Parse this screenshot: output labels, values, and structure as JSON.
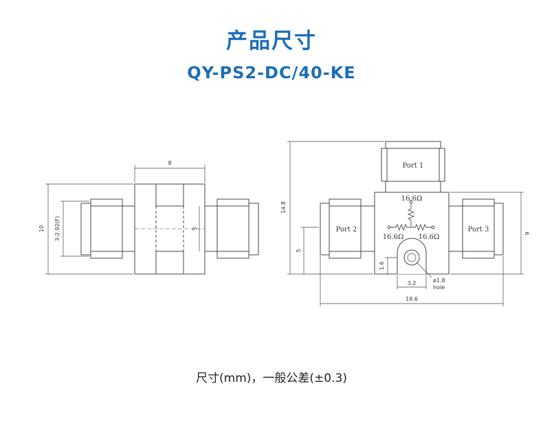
{
  "header": {
    "title": "产品尺寸",
    "model": "QY-PS2-DC/40-KE"
  },
  "footer": {
    "note": "尺寸(mm)，一般公差(±0.3)"
  },
  "side_view": {
    "dim_width": "8",
    "dim_height": "10",
    "dim_thread": "3-2.92(F)",
    "dim_inner": "5"
  },
  "front_view": {
    "port1": "Port 1",
    "port2": "Port 2",
    "port3": "Port 3",
    "res_top": "16.6Ω",
    "res_left": "16.6Ω",
    "res_right": "16.6Ω",
    "dim_height": "14.8",
    "dim_right": "9",
    "dim_left": "5",
    "dim_hole_offset": "1.6",
    "dim_hole_spacing": "3.2",
    "dim_total_width": "19.6",
    "hole_label_1": "ø1.8",
    "hole_label_2": "hole"
  }
}
